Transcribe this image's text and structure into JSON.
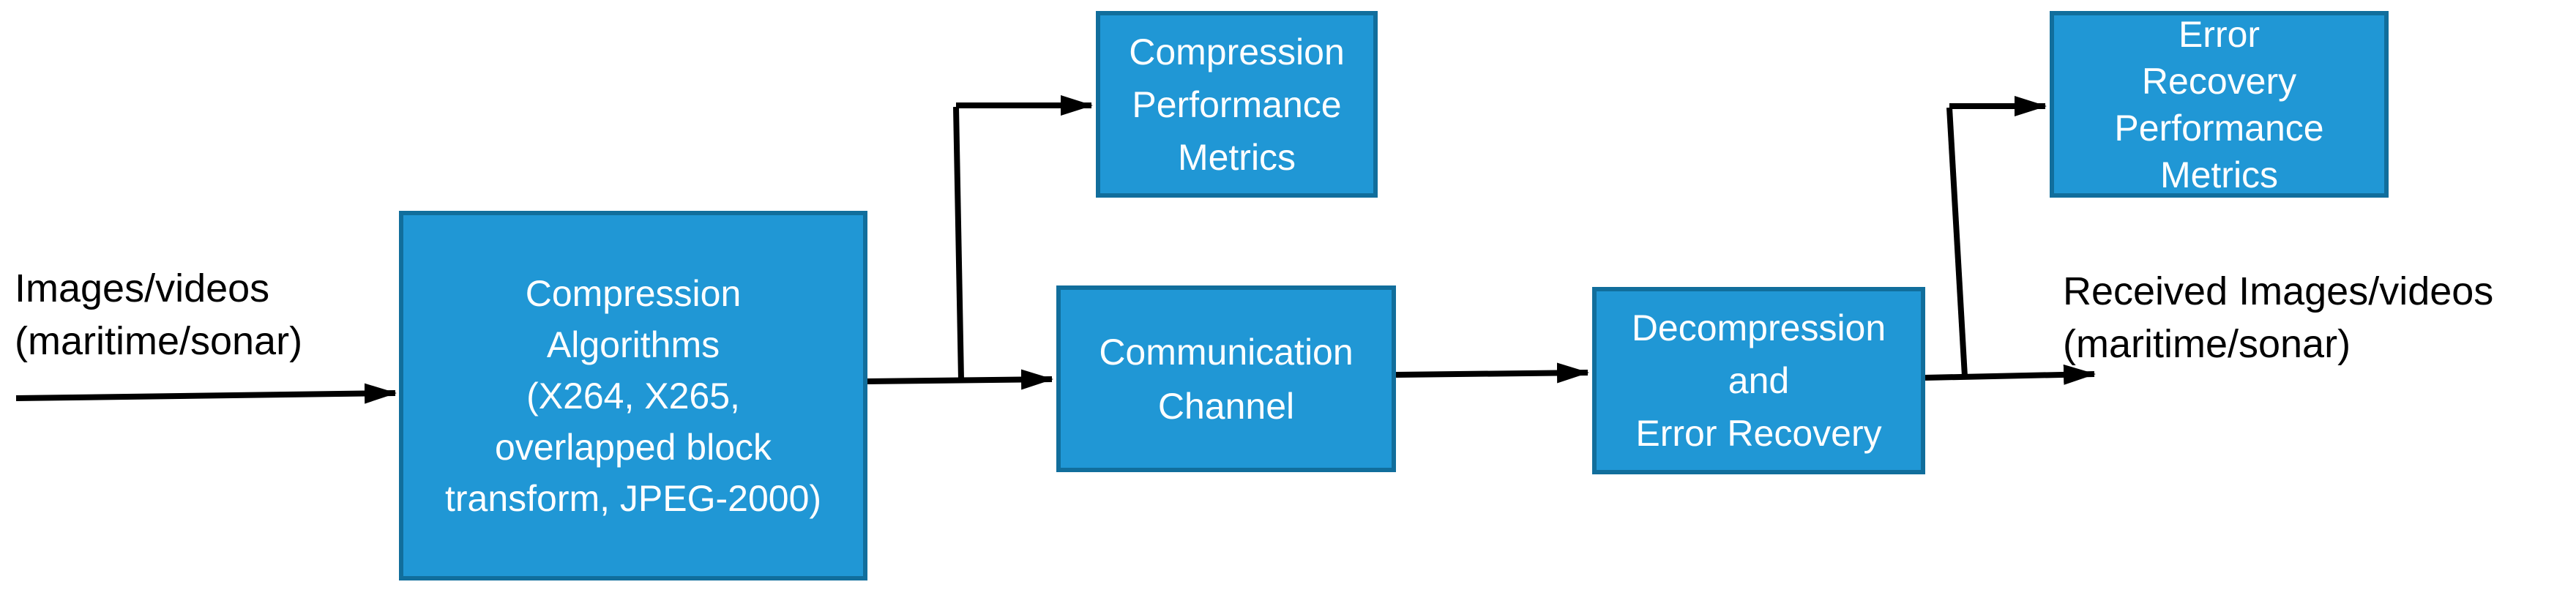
{
  "diagram": {
    "source_label": {
      "line1": "Images/videos",
      "line2": "(maritime/sonar)"
    },
    "sink_label": {
      "line1": "Received Images/videos",
      "line2": "(maritime/sonar)"
    },
    "boxes": {
      "compression": {
        "line1": "Compression",
        "line2": "Algorithms",
        "line3": "(X264, X265,",
        "line4": "overlapped block",
        "line5": "transform, JPEG-2000)"
      },
      "compression_metrics": {
        "line1": "Compression",
        "line2": "Performance",
        "line3": "Metrics"
      },
      "channel": {
        "line1": "Communication",
        "line2": "Channel"
      },
      "decompression": {
        "line1": "Decompression",
        "line2": "and",
        "line3": "Error Recovery"
      },
      "recovery_metrics": {
        "line1": "Error",
        "line2": "Recovery",
        "line3": "Performance",
        "line4": "Metrics"
      }
    },
    "colors": {
      "box_fill": "#2097d5",
      "box_border": "#116e9c",
      "arrow": "#000000",
      "box_text": "#ffffff",
      "label_text": "#000000",
      "background": "#ffffff"
    }
  }
}
